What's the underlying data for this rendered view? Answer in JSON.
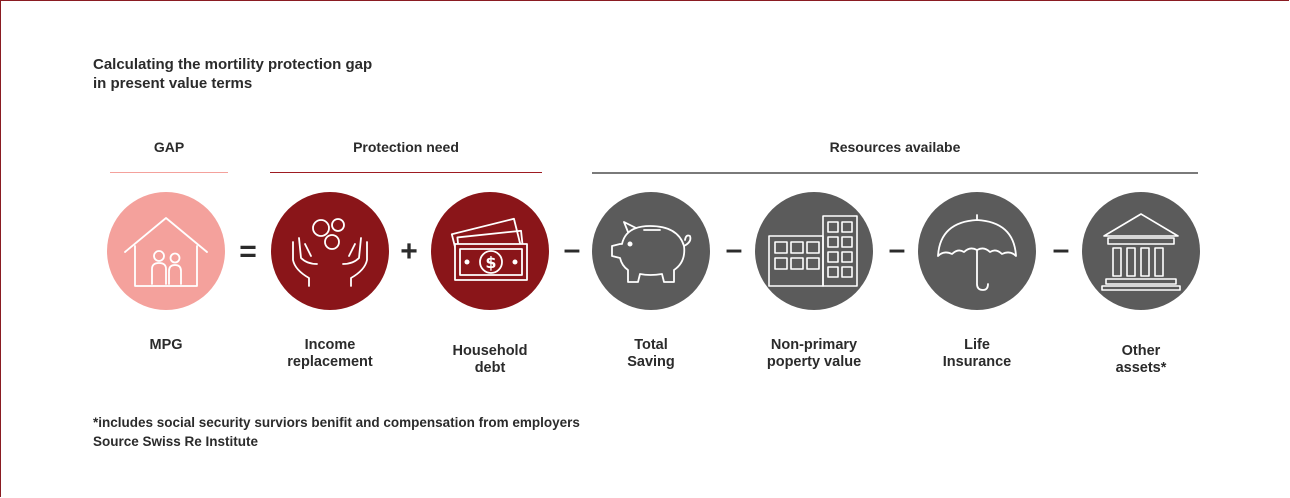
{
  "title": {
    "line1": "Calculating the mortility protection gap",
    "line2": "in present value terms"
  },
  "groups": {
    "gap": {
      "label": "GAP",
      "color": "#f4a19c"
    },
    "need": {
      "label": "Protection need",
      "color": "#9e1b22"
    },
    "resources": {
      "label": "Resources availabe",
      "color": "#7a7a7a"
    }
  },
  "operators": {
    "equals": "=",
    "plus": "+",
    "minus": "–"
  },
  "items": [
    {
      "line1": "MPG",
      "line2": "",
      "icon": "house-family-icon",
      "color": "#f4a19c"
    },
    {
      "line1": "Income",
      "line2": "replacement",
      "icon": "hands-coins-icon",
      "color": "#8a1519"
    },
    {
      "line1": "Household",
      "line2": "debt",
      "icon": "banknotes-icon",
      "color": "#8a1519"
    },
    {
      "line1": "Total",
      "line2": "Saving",
      "icon": "piggy-bank-icon",
      "color": "#5b5b5b"
    },
    {
      "line1": "Non-primary",
      "line2": "poperty value",
      "icon": "buildings-icon",
      "color": "#5b5b5b"
    },
    {
      "line1": "Life",
      "line2": "Insurance",
      "icon": "umbrella-icon",
      "color": "#5b5b5b"
    },
    {
      "line1": "Other",
      "line2": "assets*",
      "icon": "bank-building-icon",
      "color": "#5b5b5b"
    }
  ],
  "footnote": {
    "note": "*includes social security surviors benifit and compensation from employers",
    "source": "Source Swiss Re Institute"
  }
}
